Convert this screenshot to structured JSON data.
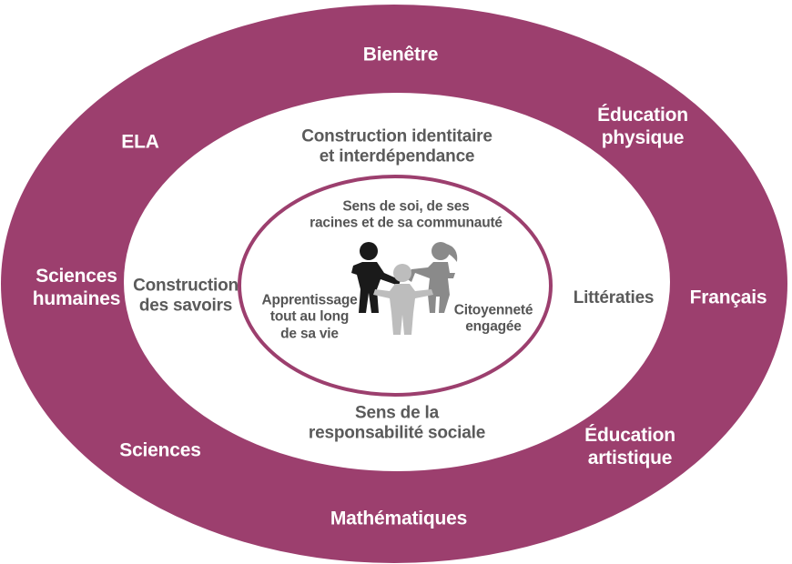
{
  "colors": {
    "outer_ring": "#9c3f6e",
    "middle_ring": "#ffffff",
    "inner_ring_stroke": "#9c3f6e",
    "outer_text": "#ffffff",
    "middle_text": "#5a5a5a",
    "inner_text": "#555555",
    "figure_black": "#1a1a1a",
    "figure_mid": "#8a8a8a",
    "figure_light": "#bdbdbd"
  },
  "outer_ring": {
    "top": "Bienêtre",
    "bottom": "Mathématiques",
    "left_top": "ELA",
    "left_middle": [
      "Sciences",
      "humaines"
    ],
    "left_bottom": "Sciences",
    "right_top": [
      "Éducation",
      "physique"
    ],
    "right_middle": "Français",
    "right_bottom": [
      "Éducation",
      "artistique"
    ]
  },
  "middle_ring": {
    "top": [
      "Construction identitaire",
      "et interdépendance"
    ],
    "left": [
      "Construction",
      "des savoirs"
    ],
    "right": "Littératies",
    "bottom": [
      "Sens de la",
      "responsabilité sociale"
    ]
  },
  "inner_ring": {
    "top": [
      "Sens de soi, de ses",
      "racines et de sa communauté"
    ],
    "left": [
      "Apprentissage",
      "tout au long",
      "de sa vie"
    ],
    "right": [
      "Citoyenneté",
      "engagée"
    ],
    "center_icon": "people-holding-hands-icon"
  }
}
